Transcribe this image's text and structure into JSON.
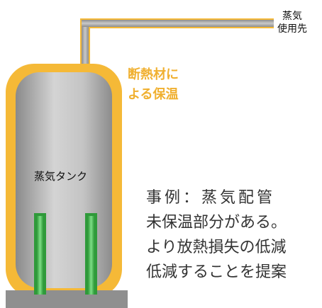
{
  "labels": {
    "steam_destination": [
      "蒸気",
      "使用先"
    ],
    "insulation": [
      "断熱材に",
      "よる保温"
    ],
    "steam_tank": "蒸気タンク"
  },
  "case_text": [
    "事例：蒸気配管",
    "未保温部分がある。",
    "より放熱損失の低減",
    "低減することを提案"
  ],
  "colors": {
    "insulation": "#f5b937",
    "tank": "#b8b8b8",
    "pipe": "#a8a8a8",
    "green_pipe": "#3dbb4a",
    "base": "#8f8f8f"
  }
}
